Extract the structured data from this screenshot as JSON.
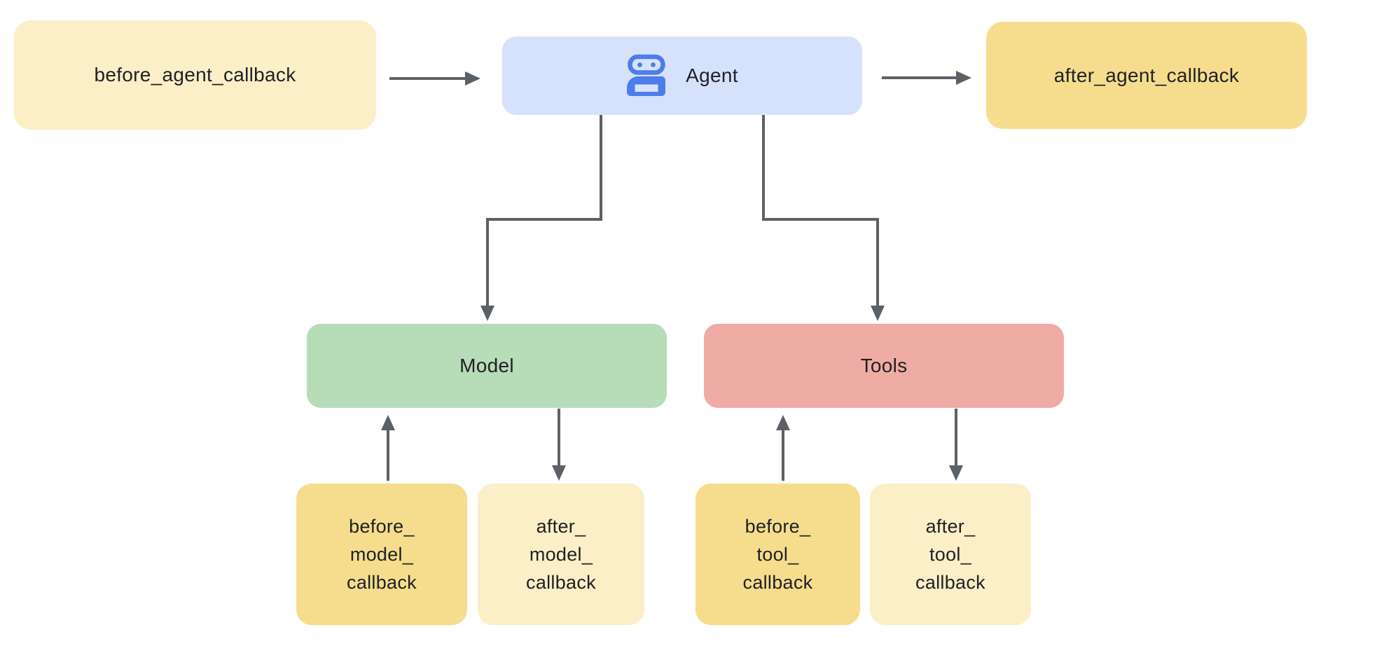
{
  "diagram": {
    "background": "#ffffff",
    "arrow_color": "#5c6166",
    "text_color": "#202124",
    "nodes": {
      "before_agent": {
        "label": "before_agent_callback",
        "fill": "#faefc7"
      },
      "agent": {
        "label": "Agent",
        "fill": "#d6e2fb",
        "icon": "robot-icon",
        "icon_color": "#4c7de9"
      },
      "after_agent": {
        "label": "after_agent_callback",
        "fill": "#f6dd8e"
      },
      "model": {
        "label": "Model",
        "fill": "#b7dcb8"
      },
      "tools": {
        "label": "Tools",
        "fill": "#efaca4"
      },
      "before_model": {
        "label": "before_\nmodel_\ncallback",
        "fill": "#f6dd8e"
      },
      "after_model": {
        "label": "after_\nmodel_\ncallback",
        "fill": "#faefc7"
      },
      "before_tool": {
        "label": "before_\ntool_\ncallback",
        "fill": "#f6dd8e"
      },
      "after_tool": {
        "label": "after_\ntool_\ncallback",
        "fill": "#faefc7"
      }
    },
    "edges": [
      {
        "from": "before_agent_callback",
        "to": "Agent"
      },
      {
        "from": "Agent",
        "to": "after_agent_callback"
      },
      {
        "from": "Agent",
        "to": "Model"
      },
      {
        "from": "Agent",
        "to": "Tools"
      },
      {
        "from": "before_model_callback",
        "to": "Model"
      },
      {
        "from": "Model",
        "to": "after_model_callback"
      },
      {
        "from": "before_tool_callback",
        "to": "Tools"
      },
      {
        "from": "Tools",
        "to": "after_tool_callback"
      }
    ]
  }
}
